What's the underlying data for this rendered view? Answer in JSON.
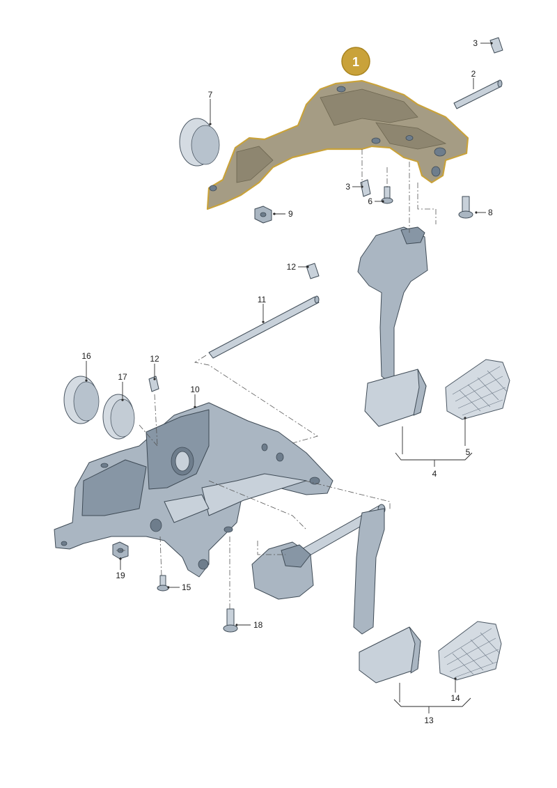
{
  "highlight": {
    "number": "1",
    "color": "#c9a23a"
  },
  "callouts": {
    "c2": "2",
    "c3a": "3",
    "c3b": "3",
    "c4": "4",
    "c5": "5",
    "c6": "6",
    "c7": "7",
    "c8": "8",
    "c9": "9",
    "c10": "10",
    "c11": "11",
    "c12a": "12",
    "c12b": "12",
    "c13": "13",
    "c14": "14",
    "c15": "15",
    "c16": "16",
    "c17": "17",
    "c18": "18",
    "c19": "19"
  },
  "colors": {
    "part": "#aab6c2",
    "highlight_fill": "#a59c84",
    "outline": "#3e4a55"
  }
}
